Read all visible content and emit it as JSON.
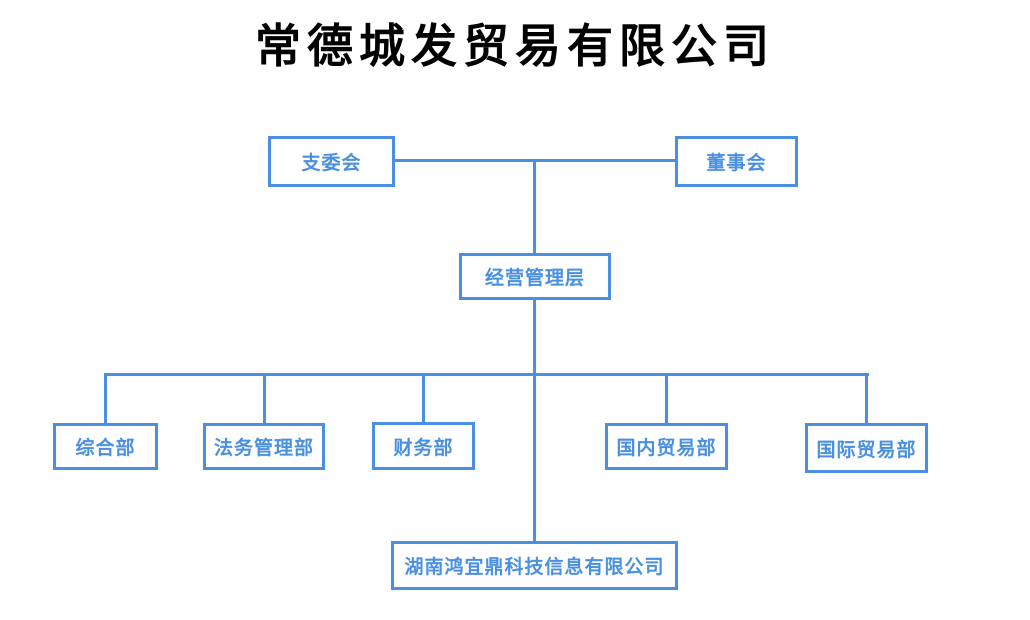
{
  "title": "常德城发贸易有限公司",
  "colors": {
    "accent": "#4a90e2",
    "box_background": "#ffffff",
    "title_text": "#000000",
    "page_background": "#ffffff"
  },
  "org": {
    "top_left": {
      "label": "支委会"
    },
    "top_right": {
      "label": "董事会"
    },
    "management": {
      "label": "经营管理层"
    },
    "departments": [
      {
        "label": "综合部"
      },
      {
        "label": "法务管理部"
      },
      {
        "label": "财务部"
      },
      {
        "label": "国内贸易部"
      },
      {
        "label": "国际贸易部"
      }
    ],
    "subsidiary": {
      "label": "湖南鸿宜鼎科技信息有限公司"
    }
  }
}
